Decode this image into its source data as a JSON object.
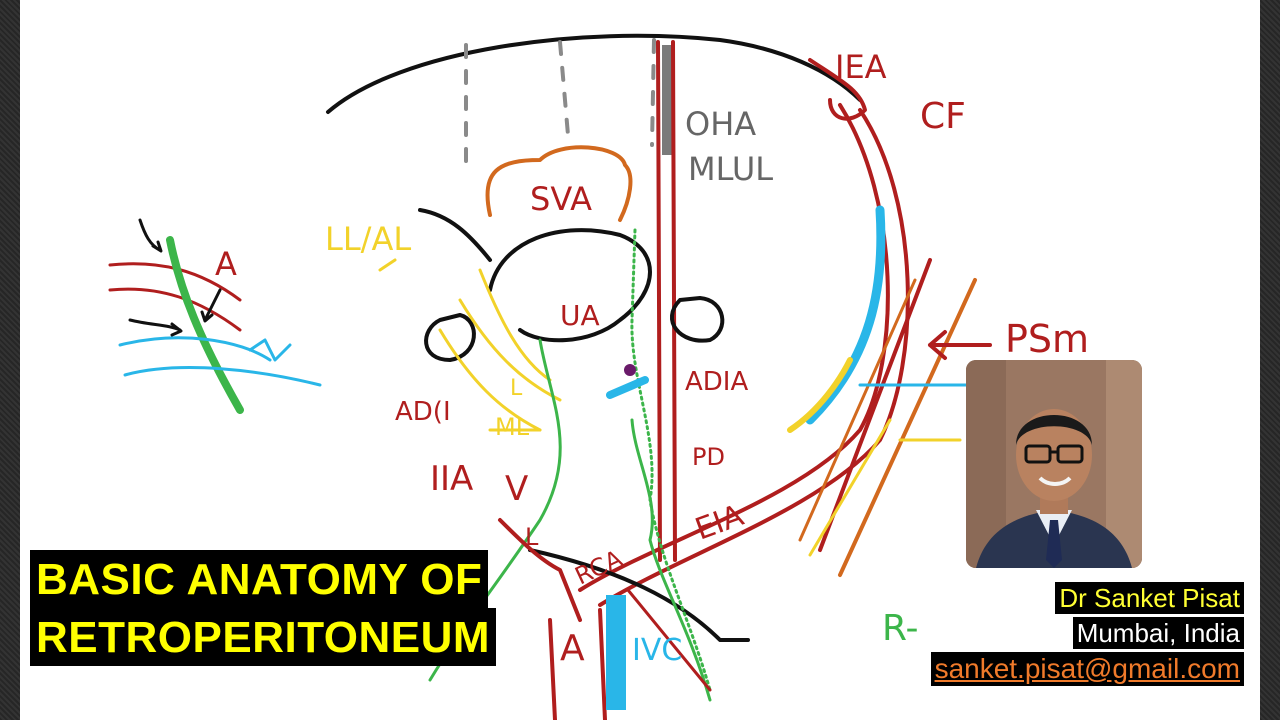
{
  "colors": {
    "artery_red": "#b01e1e",
    "ligament_yellow": "#f2d22a",
    "vein_blue": "#29b6e8",
    "ureter_green": "#3cb54a",
    "fascia_orange": "#d2691e",
    "outline_black": "#111111",
    "dash_gray": "#8a8a8a",
    "title_bg": "#000000",
    "title_text": "#ffff00"
  },
  "title": {
    "line1": "BASIC ANATOMY OF",
    "line2": "RETROPERITONEUM"
  },
  "author": {
    "name": "Dr Sanket Pisat",
    "location": "Mumbai, India",
    "email": "sanket.pisat@gmail.com"
  },
  "diagram_labels": {
    "sva": "SVA",
    "oha": "OHA",
    "mlul": "MLUL",
    "iea": "IEA",
    "cf": "CF",
    "psm": "PSm",
    "ll_al": "LL/AL",
    "a_inset": "A",
    "ua": "UA",
    "adia": "ADIA",
    "ad_ii": "AD(I",
    "ml": "ML",
    "l": "L",
    "iia": "IIA",
    "v": "V",
    "pd": "PD",
    "eia": "EIA",
    "rca": "RCA",
    "a_aorta": "A",
    "ivc": "IVC",
    "r_dash": "R-",
    "l_small": "L"
  },
  "icons": {
    "inset_arrows": "curved-arrow-icon",
    "psm_arrow": "arrow-left-icon",
    "portrait": "presenter-photo"
  }
}
